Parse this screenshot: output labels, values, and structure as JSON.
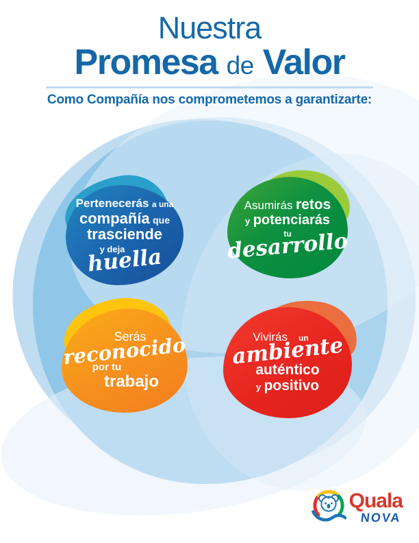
{
  "header": {
    "title_line1": "Nuestra",
    "title_line2": {
      "part1": "Promesa",
      "part2": "de",
      "part3": "Valor"
    },
    "subtitle": "Como Compañía nos comprometemos a garantizarte:"
  },
  "promises": [
    {
      "name": "pertenencia",
      "line1_bold": "Pertenecerás",
      "line1_small": "a una",
      "line2_bold": "compañía",
      "line2_small": "que",
      "line3_bold": "trasciende",
      "line4_small": "y deja",
      "line5_script": "huella",
      "color_top": "#2285C0",
      "color_bottom": "#164F9B",
      "color_accent": "#2B9FCB"
    },
    {
      "name": "desarrollo",
      "line1_regular": "Asumirás",
      "line1_bold": "retos",
      "line2_small": "y",
      "line2_bold": "potenciarás",
      "line3_small": "tu",
      "line4_script": "desarrollo",
      "color_top": "#3FA637",
      "color_bottom": "#00873E",
      "color_accent": "#9BCA3B"
    },
    {
      "name": "reconocimiento",
      "line1_regular": "Serás",
      "line2_script": "reconocido",
      "line3_bold": "por tu",
      "line4_bold": "trabajo",
      "color_top": "#FBAC18",
      "color_bottom": "#F47D20",
      "color_accent": "#FFC40D"
    },
    {
      "name": "ambiente",
      "line1_regular": "Vivirás",
      "line1_small": "un",
      "line2_script": "ambiente",
      "line3_bold": "auténtico",
      "line4_small": "y",
      "line4_bold": "positivo",
      "color_top": "#F23B2E",
      "color_bottom": "#DC1F1A",
      "color_accent": "#EB6E3E"
    }
  ],
  "logo": {
    "brand": "Quala",
    "sub": "NOVA"
  },
  "palette": {
    "title_blue": "#1568A8",
    "divider_blue": "#BFDAEE",
    "background_blue_center": "#90C6E8",
    "background_blue_mid": "#AFD3ED",
    "background_blue_light": "#CCE2F3",
    "logo_red": "#D6382C",
    "logo_yellow": "#FFC20E",
    "logo_green": "#00A651",
    "logo_blue": "#1B75BB"
  }
}
